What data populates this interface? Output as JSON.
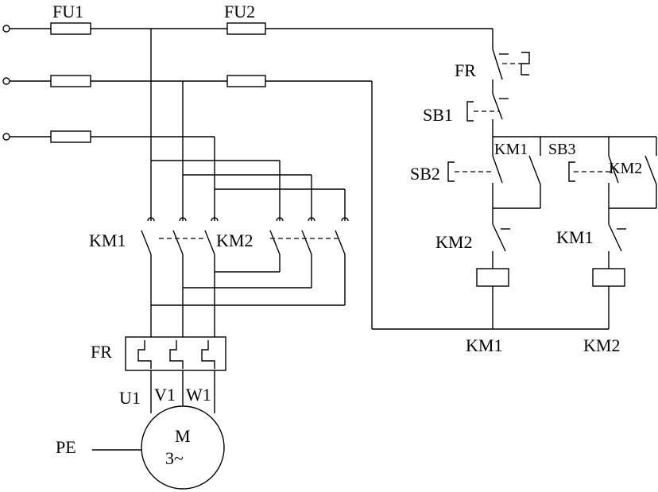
{
  "labels": {
    "fu1": "FU1",
    "fu2": "FU2",
    "fr_ctrl": "FR",
    "sb1": "SB1",
    "km1_hold": "KM1",
    "sb3": "SB3",
    "sb2": "SB2",
    "km2_hold": "KM2",
    "km2_interlock": "KM2",
    "km1_interlock": "KM1",
    "km1_coil": "KM1",
    "km2_coil": "KM2",
    "km1_main": "KM1",
    "km2_main": "KM2",
    "fr_main": "FR",
    "u1": "U1",
    "v1": "V1",
    "w1": "W1",
    "pe": "PE",
    "motor_m": "M",
    "motor_3": "3~"
  }
}
